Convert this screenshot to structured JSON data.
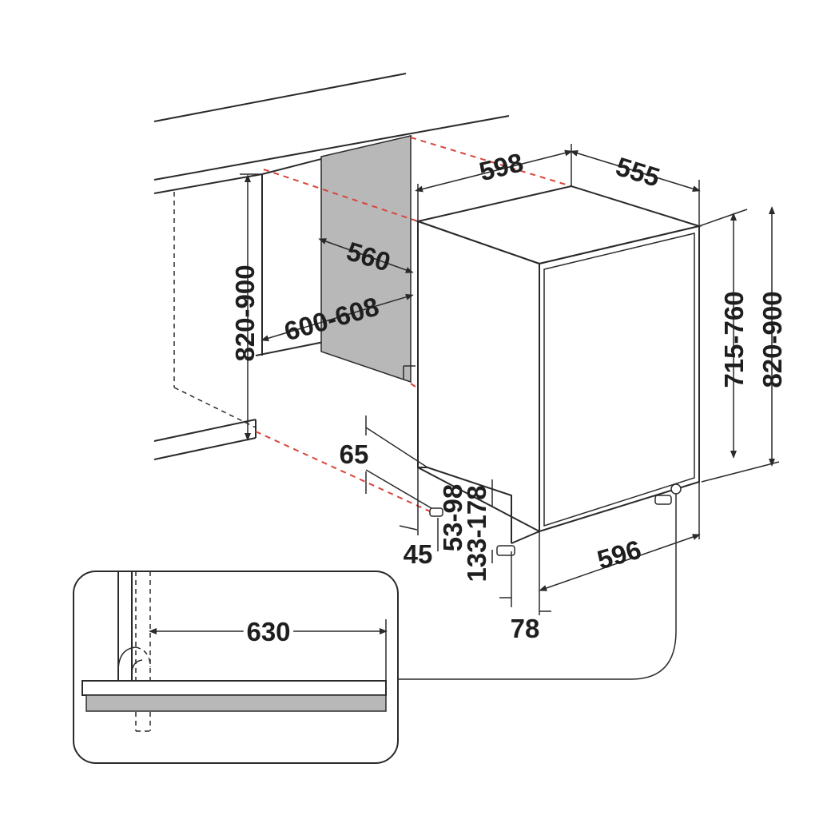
{
  "dimensions": {
    "unit_width": "598",
    "unit_depth": "555",
    "niche_depth": "560",
    "niche_width": "600-608",
    "niche_height": "820-900",
    "door_height": "715-760",
    "total_height": "820-900",
    "plinth_top": "65",
    "plinth_bottom": "45",
    "foot_range": "53-98",
    "plinth_range": "133-178",
    "door_width": "596",
    "door_offset": "78",
    "detail_clearance": "630"
  },
  "colors": {
    "line": "#2a2a2a",
    "red_dashed": "#d9443a",
    "panel_fill": "#b8b8b8"
  }
}
